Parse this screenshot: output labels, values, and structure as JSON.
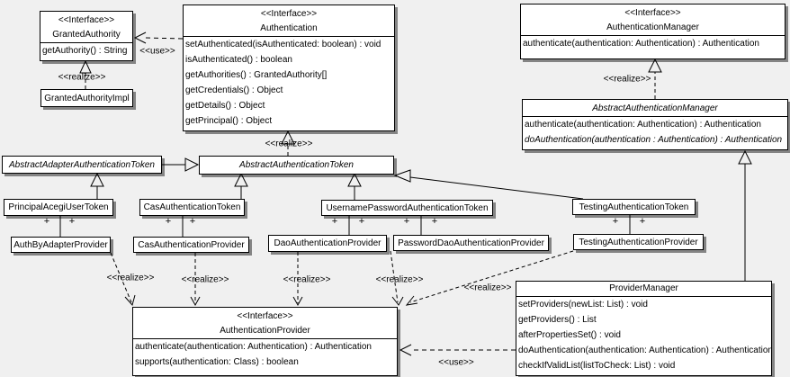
{
  "colors": {
    "background": "#f0f0f0",
    "box_fill": "#ffffff",
    "line": "#000000",
    "shadow": "rgba(0,0,0,0.45)"
  },
  "labels": {
    "realize": "<<realize>>",
    "use": "<<use>>",
    "plus": "+"
  },
  "classes": {
    "granted_authority": {
      "stereotype": "<<Interface>>",
      "name": "GrantedAuthority",
      "methods": [
        "getAuthority() : String"
      ]
    },
    "granted_authority_impl": {
      "name": "GrantedAuthorityImpl"
    },
    "authentication": {
      "stereotype": "<<Interface>>",
      "name": "Authentication",
      "methods": [
        "setAuthenticated(isAuthenticated: boolean) : void",
        "isAuthenticated() : boolean",
        "getAuthorities() : GrantedAuthority[]",
        "getCredentials() : Object",
        "getDetails() : Object",
        "getPrincipal() : Object"
      ]
    },
    "authentication_manager": {
      "stereotype": "<<Interface>>",
      "name": "AuthenticationManager",
      "methods": [
        "authenticate(authentication: Authentication) : Authentication"
      ]
    },
    "abstract_authentication_manager": {
      "name": "AbstractAuthenticationManager",
      "abstract": true,
      "methods": [
        "authenticate(authentication: Authentication) : Authentication",
        "doAuthentication(authentication : Authentication) : Authentication"
      ]
    },
    "abstract_adapter_authentication_token": {
      "name": "AbstractAdapterAuthenticationToken",
      "abstract": true
    },
    "abstract_authentication_token": {
      "name": "AbstractAuthenticationToken",
      "abstract": true
    },
    "principal_acegi_user_token": {
      "name": "PrincipalAcegiUserToken"
    },
    "cas_authentication_token": {
      "name": "CasAuthenticationToken"
    },
    "username_password_authentication_token": {
      "name": "UsernamePasswordAuthenticationToken"
    },
    "testing_authentication_token": {
      "name": "TestingAuthenticationToken"
    },
    "auth_by_adapter_provider": {
      "name": "AuthByAdapterProvider"
    },
    "cas_authentication_provider": {
      "name": "CasAuthenticationProvider"
    },
    "dao_authentication_provider": {
      "name": "DaoAuthenticationProvider"
    },
    "password_dao_authentication_provider": {
      "name": "PasswordDaoAuthenticationProvider"
    },
    "testing_authentication_provider": {
      "name": "TestingAuthenticationProvider"
    },
    "provider_manager": {
      "name": "ProviderManager",
      "methods": [
        "setProviders(newList: List) : void",
        "getProviders() : List",
        "afterPropertiesSet() : void",
        "doAuthentication(authentication: Authentication) : Authentication",
        "checkIfValidList(listToCheck: List) : void"
      ]
    },
    "authentication_provider": {
      "stereotype": "<<Interface>>",
      "name": "AuthenticationProvider",
      "methods": [
        "authenticate(authentication: Authentication) : Authentication",
        "supports(authentication: Class) : boolean"
      ]
    }
  },
  "relationships": [
    {
      "type": "realization",
      "from": "GrantedAuthorityImpl",
      "to": "GrantedAuthority",
      "label": "<<realize>>"
    },
    {
      "type": "usage",
      "from": "Authentication",
      "to": "GrantedAuthority",
      "label": "<<use>>"
    },
    {
      "type": "realization",
      "from": "AbstractAuthenticationToken",
      "to": "Authentication",
      "label": "<<realize>>"
    },
    {
      "type": "realization",
      "from": "AbstractAuthenticationManager",
      "to": "AuthenticationManager",
      "label": "<<realize>>"
    },
    {
      "type": "generalization",
      "from": "AbstractAdapterAuthenticationToken",
      "to": "AbstractAuthenticationToken"
    },
    {
      "type": "generalization",
      "from": "PrincipalAcegiUserToken",
      "to": "AbstractAdapterAuthenticationToken"
    },
    {
      "type": "generalization",
      "from": "CasAuthenticationToken",
      "to": "AbstractAuthenticationToken"
    },
    {
      "type": "generalization",
      "from": "UsernamePasswordAuthenticationToken",
      "to": "AbstractAuthenticationToken"
    },
    {
      "type": "generalization",
      "from": "TestingAuthenticationToken",
      "to": "AbstractAuthenticationToken"
    },
    {
      "type": "generalization",
      "from": "ProviderManager",
      "to": "AbstractAuthenticationManager"
    },
    {
      "type": "association",
      "from": "PrincipalAcegiUserToken",
      "to": "AuthByAdapterProvider",
      "end_labels": [
        "+",
        "+"
      ]
    },
    {
      "type": "association",
      "from": "CasAuthenticationToken",
      "to": "CasAuthenticationProvider",
      "end_labels": [
        "+",
        "+"
      ]
    },
    {
      "type": "association",
      "from": "UsernamePasswordAuthenticationToken",
      "to": "DaoAuthenticationProvider",
      "end_labels": [
        "+",
        "+"
      ]
    },
    {
      "type": "association",
      "from": "UsernamePasswordAuthenticationToken",
      "to": "PasswordDaoAuthenticationProvider",
      "end_labels": [
        "+",
        "+"
      ]
    },
    {
      "type": "association",
      "from": "TestingAuthenticationToken",
      "to": "TestingAuthenticationProvider",
      "end_labels": [
        "+",
        "+"
      ]
    },
    {
      "type": "realization",
      "from": "AuthByAdapterProvider",
      "to": "AuthenticationProvider",
      "label": "<<realize>>"
    },
    {
      "type": "realization",
      "from": "CasAuthenticationProvider",
      "to": "AuthenticationProvider",
      "label": "<<realize>>"
    },
    {
      "type": "realization",
      "from": "DaoAuthenticationProvider",
      "to": "AuthenticationProvider",
      "label": "<<realize>>"
    },
    {
      "type": "realization",
      "from": "PasswordDaoAuthenticationProvider",
      "to": "AuthenticationProvider",
      "label": "<<realize>>"
    },
    {
      "type": "realization",
      "from": "TestingAuthenticationProvider",
      "to": "AuthenticationProvider",
      "label": "<<realize>>"
    },
    {
      "type": "usage",
      "from": "ProviderManager",
      "to": "AuthenticationProvider",
      "label": "<<use>>"
    }
  ]
}
